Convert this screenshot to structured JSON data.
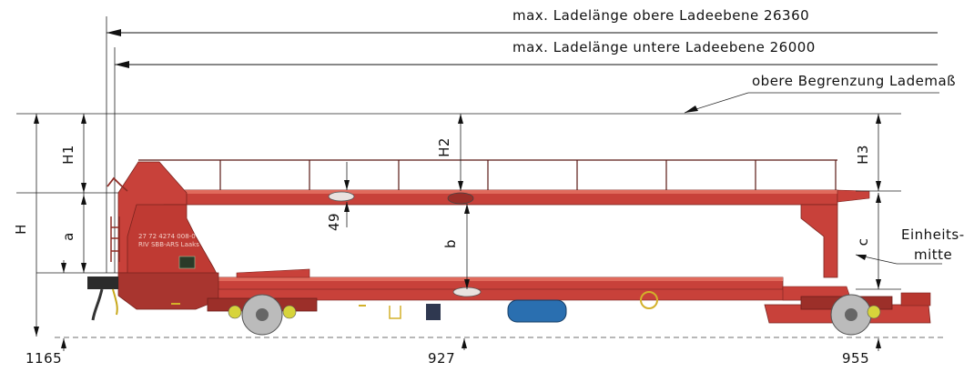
{
  "labels": {
    "upper_length": "max. Ladelänge obere Ladeebene 26360",
    "lower_length": "max. Ladelänge untere Ladeebene 26000",
    "upper_limit": "obere Begrenzung Lademaß",
    "unit_center_line1": "Einheits-",
    "unit_center_line2": "mitte",
    "h": "H",
    "h1": "H1",
    "h2": "H2",
    "h3": "H3",
    "a": "a",
    "b": "b",
    "c": "c",
    "dim49": "49",
    "left_value": "1165",
    "mid_value": "927",
    "right_value": "955"
  },
  "wagon": {
    "marking_lines": [
      "27  72 4274 008-0",
      "RIV  SBB-ARS   Laaks"
    ]
  },
  "colors": {
    "body": "#c8413a",
    "body_dark": "#8e2b25",
    "frame_light": "#e06a5c",
    "wheel": "#b9b9b9",
    "tank": "#2a6fb0"
  }
}
